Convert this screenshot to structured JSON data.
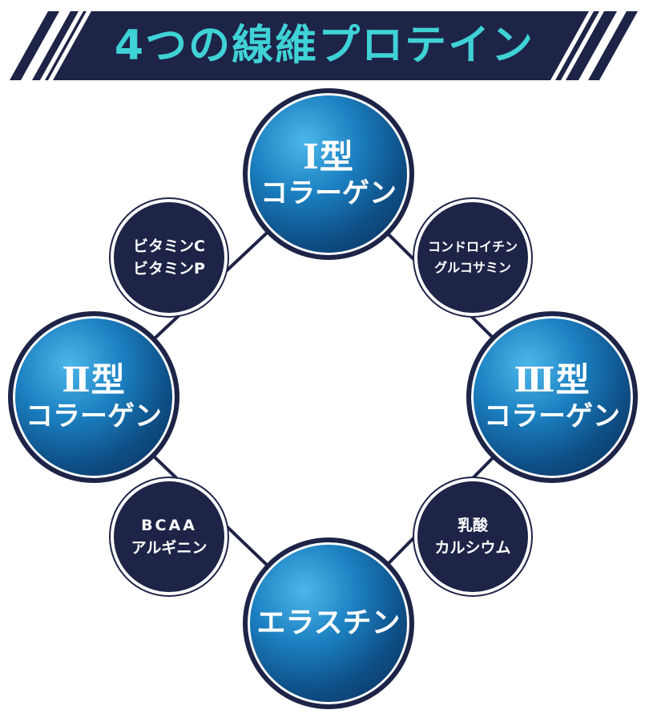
{
  "banner": {
    "title": "4つの線維プロテイン"
  },
  "colors": {
    "navy": "#1e2447",
    "teal_title": "#3fd2d6",
    "blue_sphere": "#1b7fc0"
  },
  "nodes": {
    "type1": {
      "type_label": "Ⅰ型",
      "name": "コラーゲン"
    },
    "type2": {
      "type_label": "Ⅱ型",
      "name": "コラーゲン"
    },
    "type3": {
      "type_label": "Ⅲ型",
      "name": "コラーゲン"
    },
    "elastin": {
      "name": "エラスチン"
    },
    "vitamins": {
      "line1": "ビタミンC",
      "line2": "ビタミンP"
    },
    "chondroitin": {
      "line1": "コンドロイチン",
      "line2": "グルコサミン"
    },
    "bcaa": {
      "line1": "BCAA",
      "line2": "アルギニン"
    },
    "lactate": {
      "line1": "乳酸",
      "line2": "カルシウム"
    }
  }
}
